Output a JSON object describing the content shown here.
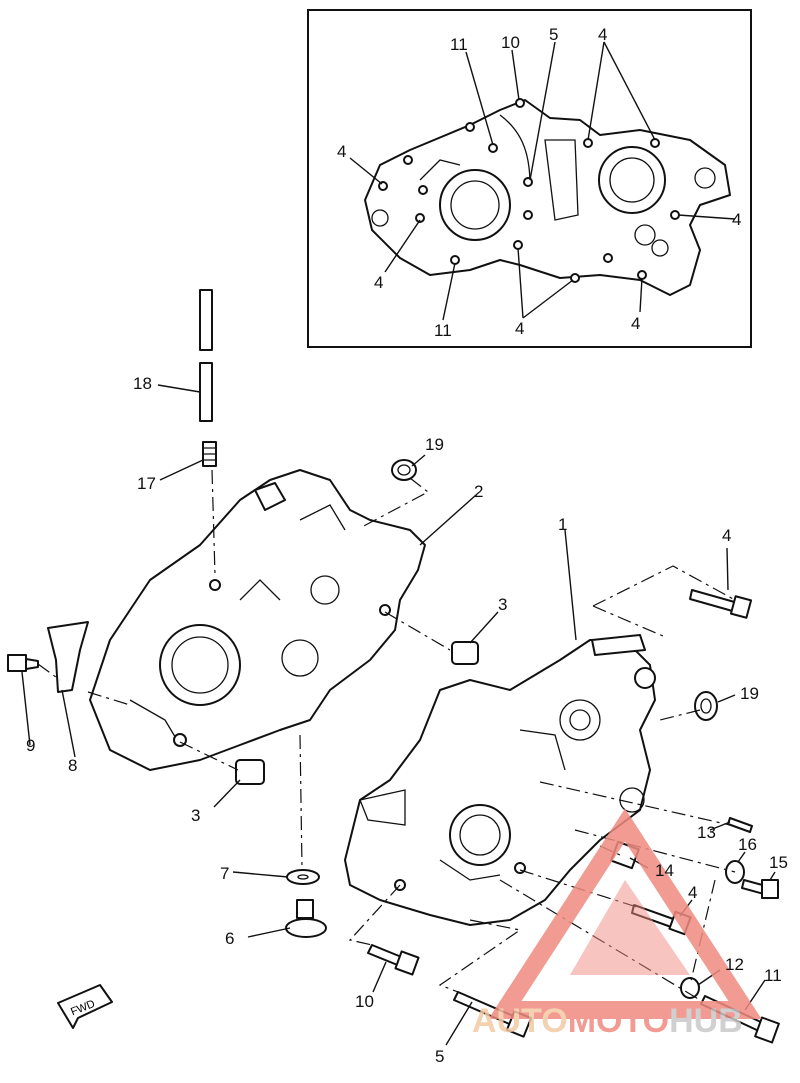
{
  "callouts": {
    "inset_11a": "11",
    "inset_10": "10",
    "inset_5": "5",
    "inset_4_top": "4",
    "inset_4_left": "4",
    "inset_4_right": "4",
    "inset_4_lowleft": "4",
    "inset_11b": "11",
    "inset_4_bottom": "4",
    "inset_4_lowright": "4",
    "p18": "18",
    "p17": "17",
    "p19_top": "19",
    "p2": "2",
    "p1": "1",
    "p4_top": "4",
    "p3_right": "3",
    "p19_right": "19",
    "p9": "9",
    "p8": "8",
    "p3_left": "3",
    "p13": "13",
    "p16": "16",
    "p15": "15",
    "p14": "14",
    "p7": "7",
    "p4_lower": "4",
    "p6": "6",
    "p12": "12",
    "p11": "11",
    "p10": "10",
    "p5": "5"
  },
  "fwd_tag": "FWD",
  "watermark": {
    "part1": "AUTO",
    "part2": "MOTO",
    "part3": "HUB",
    "color_auto": "#f3c9a4",
    "color_moto": "#f08a80",
    "color_hub": "#c8c8c8"
  }
}
